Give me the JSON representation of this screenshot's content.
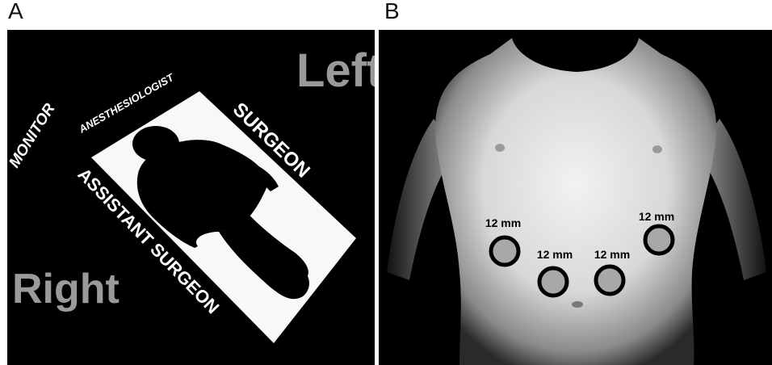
{
  "panel_a": {
    "label": "A",
    "orientation_left": "Left",
    "orientation_right": "Right",
    "monitor": "MONITOR",
    "anesthesiologist": "ANESTHESIOLOGIST",
    "surgeon": "SURGEON",
    "assistant_surgeon": "ASSISTANT SURGEON"
  },
  "panel_b": {
    "label": "B",
    "ports": [
      {
        "label": "12 mm"
      },
      {
        "label": "12 mm"
      },
      {
        "label": "12 mm"
      },
      {
        "label": "12 mm"
      }
    ]
  },
  "colors": {
    "background": "#000000",
    "orientation_text": "#9a9a9a",
    "port_ring": "#000000"
  }
}
